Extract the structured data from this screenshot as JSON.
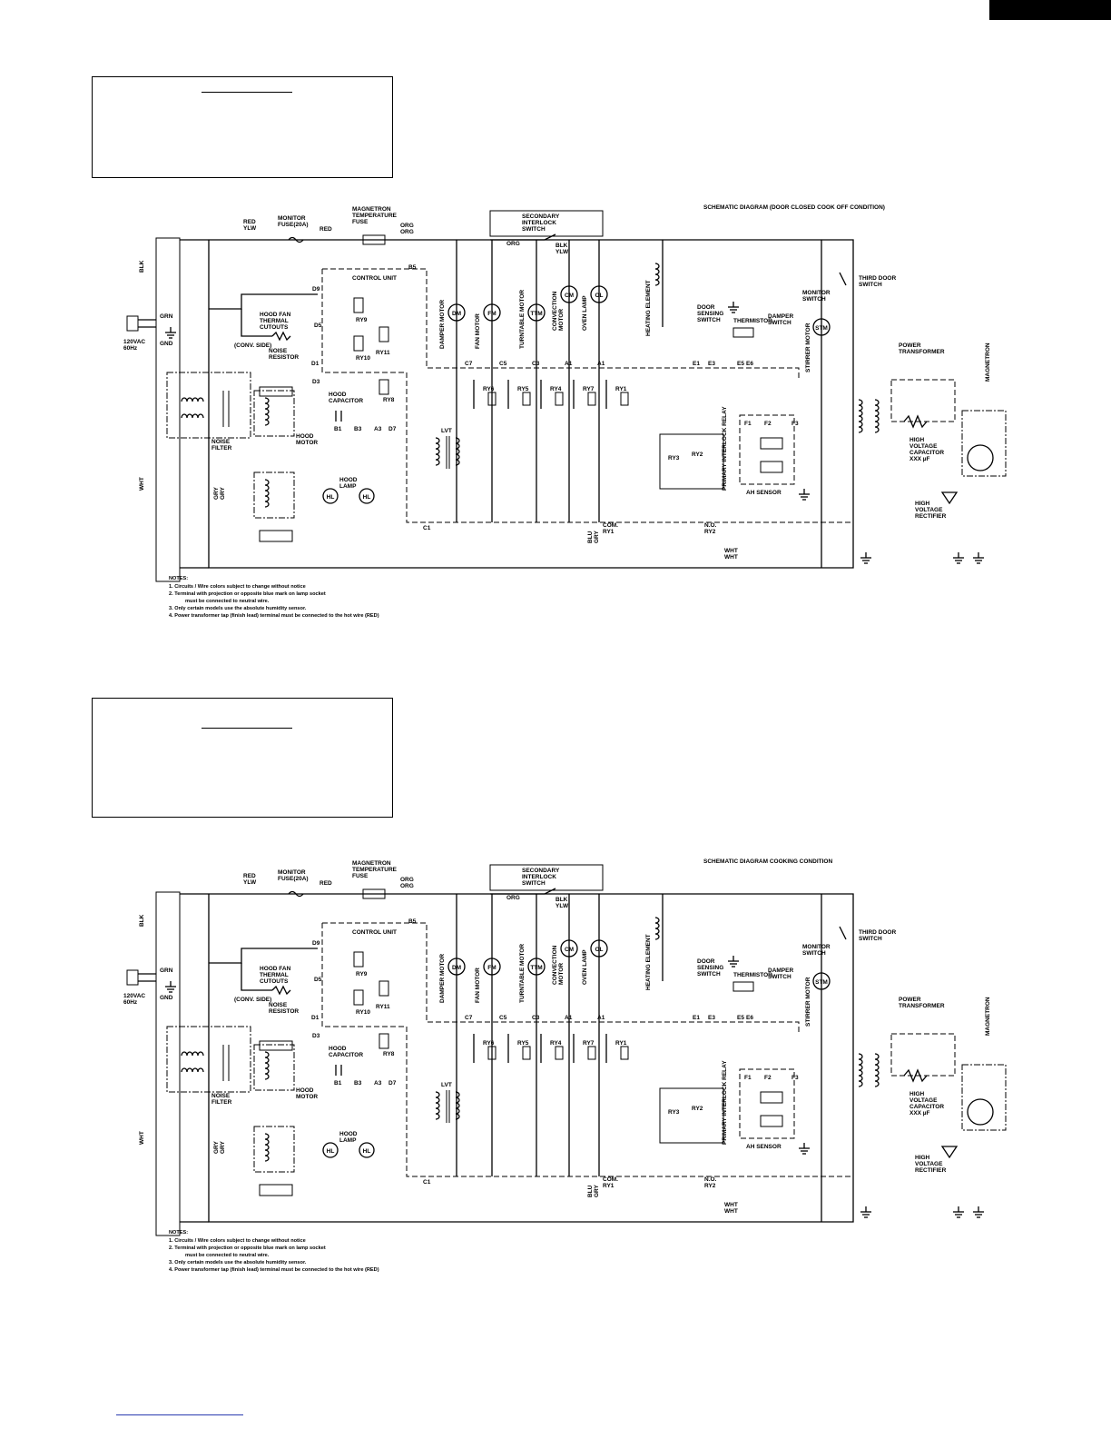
{
  "schematics": [
    {
      "title": "SCHEMATIC DIAGRAM (DOOR CLOSED COOK OFF CONDITION)",
      "labels": {
        "monitor_fuse": "MONITOR\nFUSE(20A)",
        "mag_temp_fuse": "MAGNETRON\nTEMPERATURE\nFUSE",
        "secondary_interlock": "SECONDARY\nINTERLOCK\nSWITCH",
        "control_unit": "CONTROL UNIT",
        "hood_fan_cutouts": "HOOD FAN\nTHERMAL\nCUTOUTS",
        "conv_side": "(CONV. SIDE)",
        "noise_resistor": "NOISE\nRESISTOR",
        "hood_capacitor": "HOOD\nCAPACITOR",
        "hood_motor": "HOOD\nMOTOR",
        "hood_lamp": "HOOD\nLAMP",
        "noise_filter": "NOISE\nFILTER",
        "supply": "120VAC\n60Hz",
        "gnd": "GND",
        "grn": "GRN",
        "damper_motor": "DAMPER MOTOR",
        "fan_motor": "FAN MOTOR",
        "turntable_motor": "TURNTABLE MOTOR",
        "convection_motor": "CONVECTION\nMOTOR",
        "oven_lamp": "OVEN LAMP",
        "heating_element": "HEATING ELEMENT",
        "door_sensing": "DOOR\nSENSING\nSWITCH",
        "thermistor": "THERMISTOR",
        "damper_switch": "DAMPER\nSWITCH",
        "stirrer_motor": "STIRRER MOTOR",
        "monitor_switch": "MONITOR\nSWITCH",
        "third_door": "THIRD DOOR\nSWITCH",
        "power_transformer": "POWER\nTRANSFORMER",
        "magnetron": "MAGNETRON",
        "hv_capacitor": "HIGH\nVOLTAGE\nCAPACITOR\nXXX µF",
        "hv_rectifier": "HIGH\nVOLTAGE\nRECTIFIER",
        "primary_interlock": "PRIMARY INTERLOCK RELAY",
        "ah_sensor": "AH SENSOR",
        "lvt": "LVT",
        "com_ry1": "COM.\nRY1",
        "no_ry2": "N.O.\nRY2",
        "c1": "C1",
        "wires_top": [
          "RED",
          "YLW",
          "RED",
          "ORG",
          "ORG",
          "ORG",
          "BLK",
          "YLW"
        ],
        "wires_left": [
          "BLK",
          "WHT",
          "GRY",
          "GRY"
        ],
        "wires_bottom": [
          "BLU",
          "GRY",
          "WHT",
          "WHT"
        ],
        "relays": [
          "RY9",
          "RY10",
          "RY11",
          "RY8",
          "RY6",
          "RY5",
          "RY4",
          "RY7",
          "RY1",
          "RY3",
          "RY2"
        ],
        "terminals": [
          "D9",
          "D5",
          "D1",
          "D3",
          "B5",
          "B1",
          "B3",
          "A3",
          "D7",
          "C7",
          "C5",
          "C3",
          "A1",
          "E1",
          "E3",
          "E5",
          "E6",
          "F1",
          "F2",
          "F3"
        ],
        "motor_symbols": [
          "DM",
          "FM",
          "TTM",
          "CM",
          "OL",
          "STM",
          "HL",
          "HL"
        ]
      },
      "notes": {
        "heading": "NOTES:",
        "items": [
          "1. Circuits / Wire colors subject to change without notice",
          "2. Terminal with projection or opposite blue mark on lamp socket",
          "must be connected to neutral wire.",
          "3. Only certain models use the absolute humidity sensor.",
          "4. Power transformer tap (finish lead) terminal must be connected to the hot wire (RED)"
        ]
      }
    },
    {
      "title": "SCHEMATIC DIAGRAM COOKING CONDITION",
      "labels": {
        "monitor_fuse": "MONITOR\nFUSE(20A)",
        "mag_temp_fuse": "MAGNETRON\nTEMPERATURE\nFUSE",
        "secondary_interlock": "SECONDARY\nINTERLOCK\nSWITCH",
        "control_unit": "CONTROL UNIT",
        "hood_fan_cutouts": "HOOD FAN\nTHERMAL\nCUTOUTS",
        "conv_side": "(CONV. SIDE)",
        "noise_resistor": "NOISE\nRESISTOR",
        "hood_capacitor": "HOOD\nCAPACITOR",
        "hood_motor": "HOOD\nMOTOR",
        "hood_lamp": "HOOD\nLAMP",
        "noise_filter": "NOISE\nFILTER",
        "supply": "120VAC\n60Hz",
        "gnd": "GND",
        "grn": "GRN",
        "damper_motor": "DAMPER MOTOR",
        "fan_motor": "FAN MOTOR",
        "turntable_motor": "TURNTABLE MOTOR",
        "convection_motor": "CONVECTION\nMOTOR",
        "oven_lamp": "OVEN LAMP",
        "heating_element": "HEATING ELEMENT",
        "door_sensing": "DOOR\nSENSING\nSWITCH",
        "thermistor": "THERMISTOR",
        "damper_switch": "DAMPER\nSWITCH",
        "stirrer_motor": "STIRRER MOTOR",
        "monitor_switch": "MONITOR\nSWITCH",
        "third_door": "THIRD DOOR\nSWITCH",
        "power_transformer": "POWER\nTRANSFORMER",
        "magnetron": "MAGNETRON",
        "hv_capacitor": "HIGH\nVOLTAGE\nCAPACITOR\nXXX µF",
        "hv_rectifier": "HIGH\nVOLTAGE\nRECTIFIER",
        "primary_interlock": "PRIMARY INTERLOCK RELAY",
        "ah_sensor": "AH SENSOR",
        "lvt": "LVT",
        "com_ry1": "COM.\nRY1",
        "no_ry2": "N.O.\nRY2",
        "c1": "C1",
        "wires_top": [
          "RED",
          "YLW",
          "RED",
          "ORG",
          "ORG",
          "ORG",
          "BLK",
          "YLW"
        ],
        "wires_left": [
          "BLK",
          "WHT",
          "GRY",
          "GRY"
        ],
        "wires_bottom": [
          "BLU",
          "GRY",
          "WHT",
          "WHT"
        ],
        "relays": [
          "RY9",
          "RY10",
          "RY11",
          "RY8",
          "RY6",
          "RY5",
          "RY4",
          "RY7",
          "RY1",
          "RY3",
          "RY2"
        ],
        "terminals": [
          "D9",
          "D5",
          "D1",
          "D3",
          "B5",
          "B1",
          "B3",
          "A3",
          "D7",
          "C7",
          "C5",
          "C3",
          "A1",
          "E1",
          "E3",
          "E5",
          "E6",
          "F1",
          "F2",
          "F3"
        ],
        "motor_symbols": [
          "DM",
          "FM",
          "TTM",
          "CM",
          "OL",
          "STM",
          "HL",
          "HL"
        ]
      },
      "notes": {
        "heading": "NOTES:",
        "items": [
          "1. Circuits / Wire colors subject to change without notice",
          "2. Terminal with projection or opposite blue mark on lamp socket",
          "must be connected to neutral wire.",
          "3. Only certain models use the absolute humidity sensor.",
          "4. Power transformer tap (finish lead) terminal must be connected to the hot wire (RED)"
        ]
      }
    }
  ]
}
